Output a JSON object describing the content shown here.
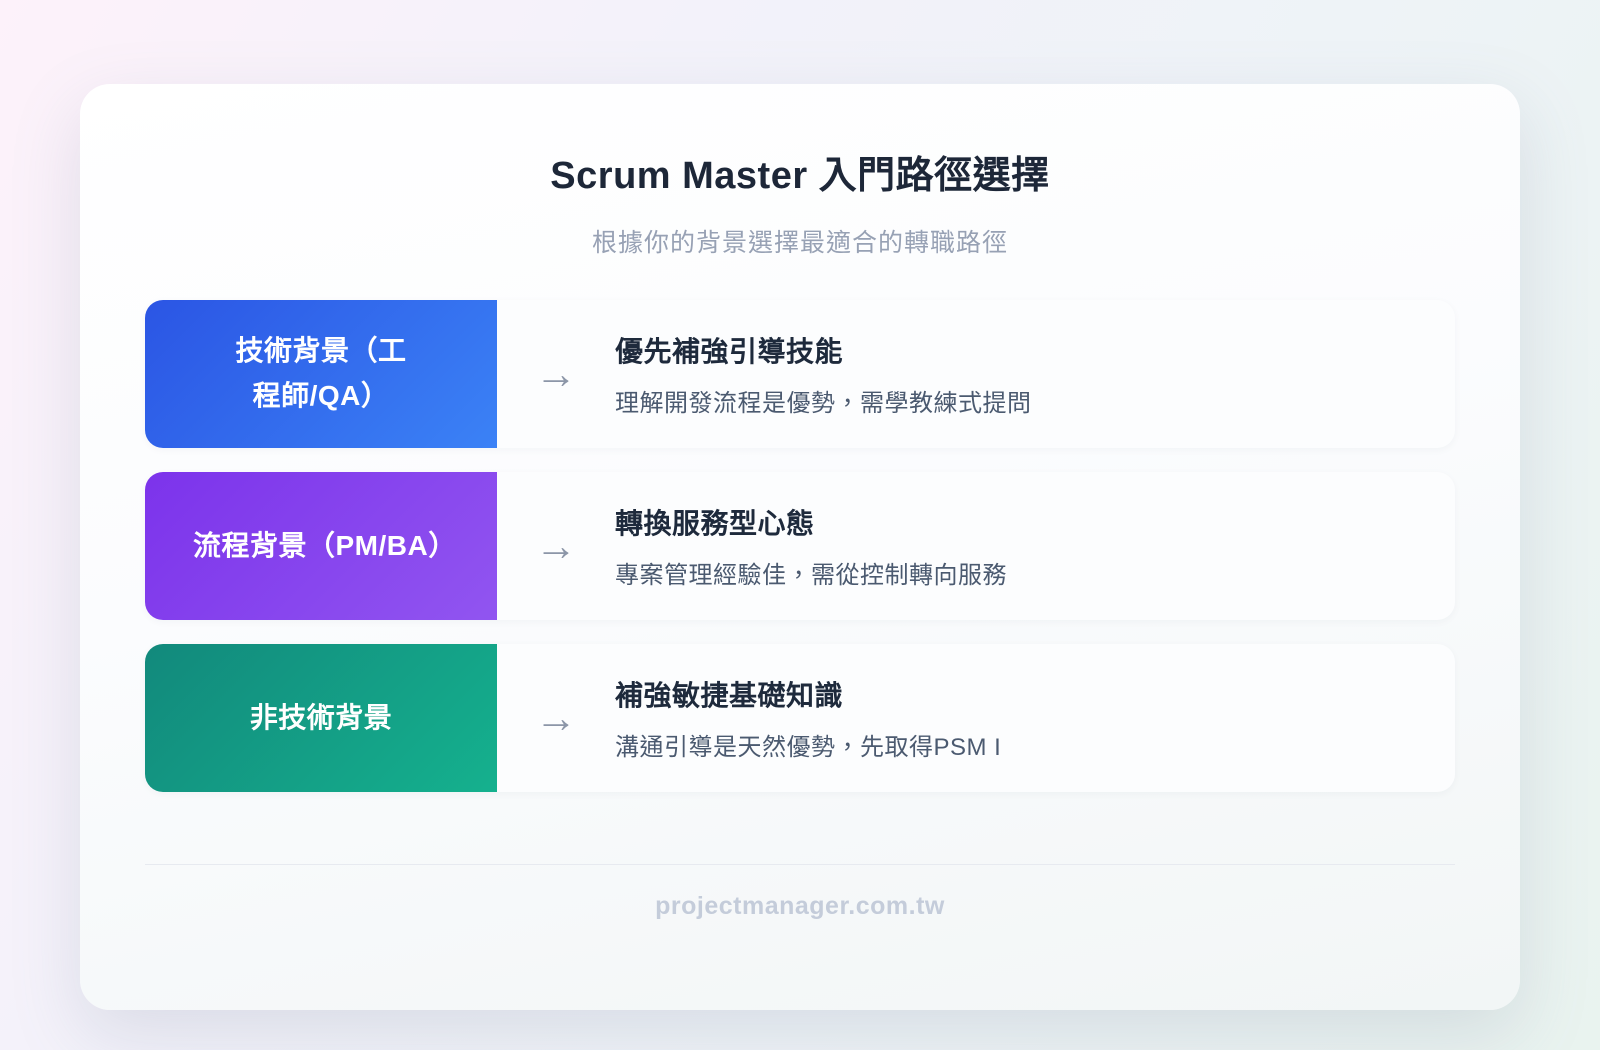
{
  "page": {
    "title": "Scrum Master 入門路徑選擇",
    "subtitle": "根據你的背景選擇最適合的轉職路徑",
    "footer": "projectmanager.com.tw"
  },
  "icons": {
    "arrow": "→"
  },
  "rows": [
    {
      "label": "技術背景（工程師/QA）",
      "heading": "優先補強引導技能",
      "description": "理解開發流程是優勢，需學教練式提問",
      "gradient_from": "#2b55e4",
      "gradient_to": "#3b82f6"
    },
    {
      "label": "流程背景（PM/BA）",
      "heading": "轉換服務型心態",
      "description": "專案管理經驗佳，需從控制轉向服務",
      "gradient_from": "#7c33eb",
      "gradient_to": "#9155f0"
    },
    {
      "label": "非技術背景",
      "heading": "補強敏捷基礎知識",
      "description": "溝通引導是天然優勢，先取得PSM I",
      "gradient_from": "#12897c",
      "gradient_to": "#15b18e"
    }
  ],
  "colors": {
    "title_text": "#1d2738",
    "subtitle_text": "#97a1b4",
    "heading_text": "#1e2a3c",
    "description_text": "#4b5a70",
    "arrow": "#8c96a8",
    "footer_text": "#c4ccda",
    "card_background": "#ffffff",
    "row_background": "#fcfdfe"
  }
}
